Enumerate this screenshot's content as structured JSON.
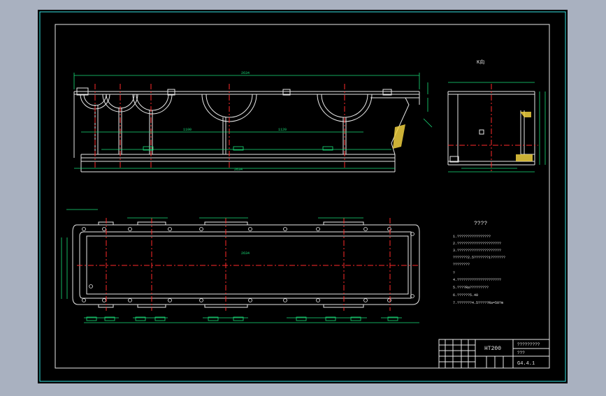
{
  "view_label": "K向",
  "notes": {
    "heading": "????",
    "lines": [
      "1.????????????????",
      "2.?????????????????????",
      "3.?????????????????????",
      "  ???????2.5???????1???????",
      "  ????????",
      "  ?",
      "4.?????????????????????",
      "5.????Ra?????????",
      "6.??????5.40",
      "7.???????4.5?????Ra=50?m"
    ]
  },
  "title_block": {
    "part_code": "HT200",
    "part_name": "?????????",
    "scale": "???",
    "drawing_no": "G4.4.1"
  },
  "dimensions": {
    "top_overall": "2634",
    "bottom_overall": "2634",
    "mid_left": "1100",
    "mid_right": "1120",
    "plan_overall": "2634"
  },
  "colors": {
    "background": "#000000",
    "outer_frame": "#33e0e0",
    "geometry": "#e8e8e8",
    "centerlines": "#ff2a2a",
    "dimensions": "#19e07a",
    "hatch": "#f0d040"
  }
}
